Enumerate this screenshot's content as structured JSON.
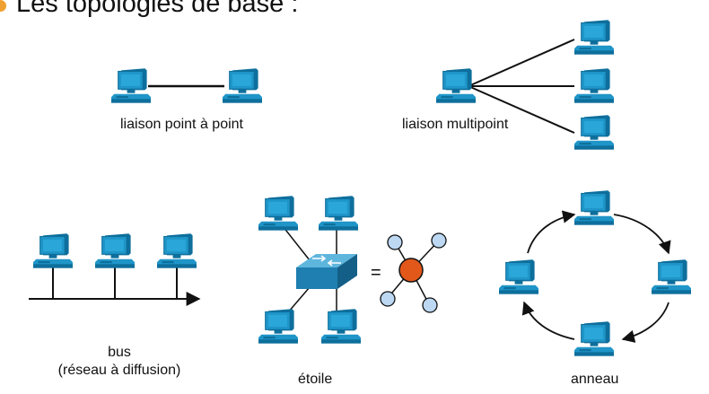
{
  "heading": "Les topologies de base :",
  "labels": {
    "point_to_point": "liaison point à point",
    "multipoint": "liaison multipoint",
    "bus_line1": "bus",
    "bus_line2": "(réseau à diffusion)",
    "star": "étoile",
    "ring": "anneau",
    "equals": "="
  },
  "colors": {
    "computer_blue": "#1f95c8",
    "computer_dark": "#0e6f9c",
    "switch_blue": "#2b8fc0",
    "hub_node": "#e2581b",
    "leaf_node": "#bcd8f3",
    "accent_bullet": "#f0a030"
  },
  "icons": [
    "computer-icon",
    "switch-icon",
    "star-hub-node",
    "star-leaf-node"
  ]
}
